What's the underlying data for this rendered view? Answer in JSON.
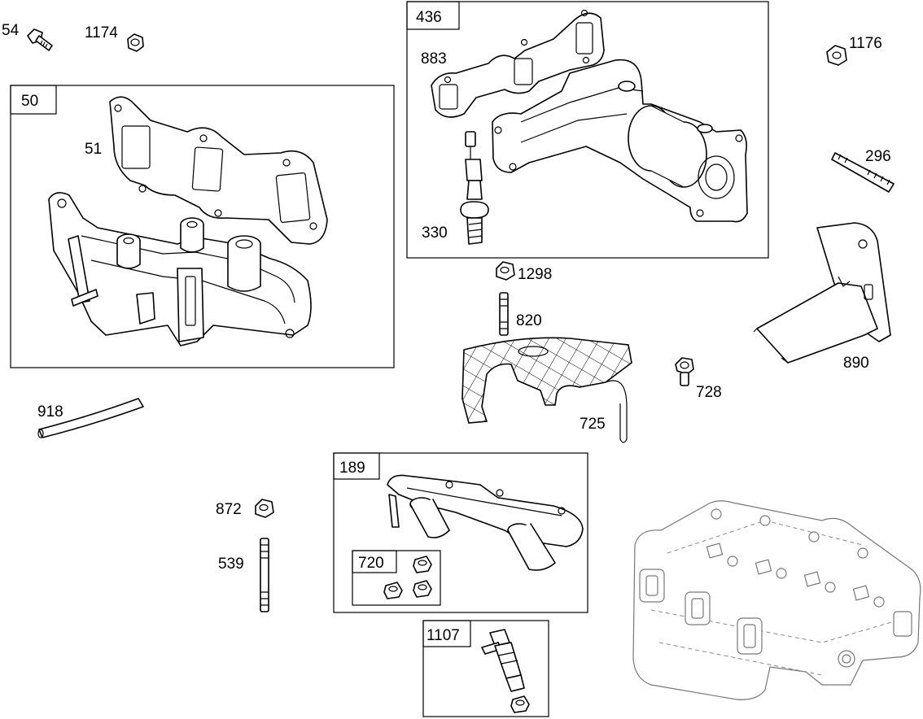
{
  "labels": {
    "p54": "54",
    "p1174": "1174",
    "p50": "50",
    "p51": "51",
    "p436": "436",
    "p883": "883",
    "p330": "330",
    "p1176": "1176",
    "p296": "296",
    "p890": "890",
    "p1298": "1298",
    "p820": "820",
    "p728": "728",
    "p725": "725",
    "p918": "918",
    "p189": "189",
    "p720": "720",
    "p872": "872",
    "p539": "539",
    "p1107": "1107"
  }
}
